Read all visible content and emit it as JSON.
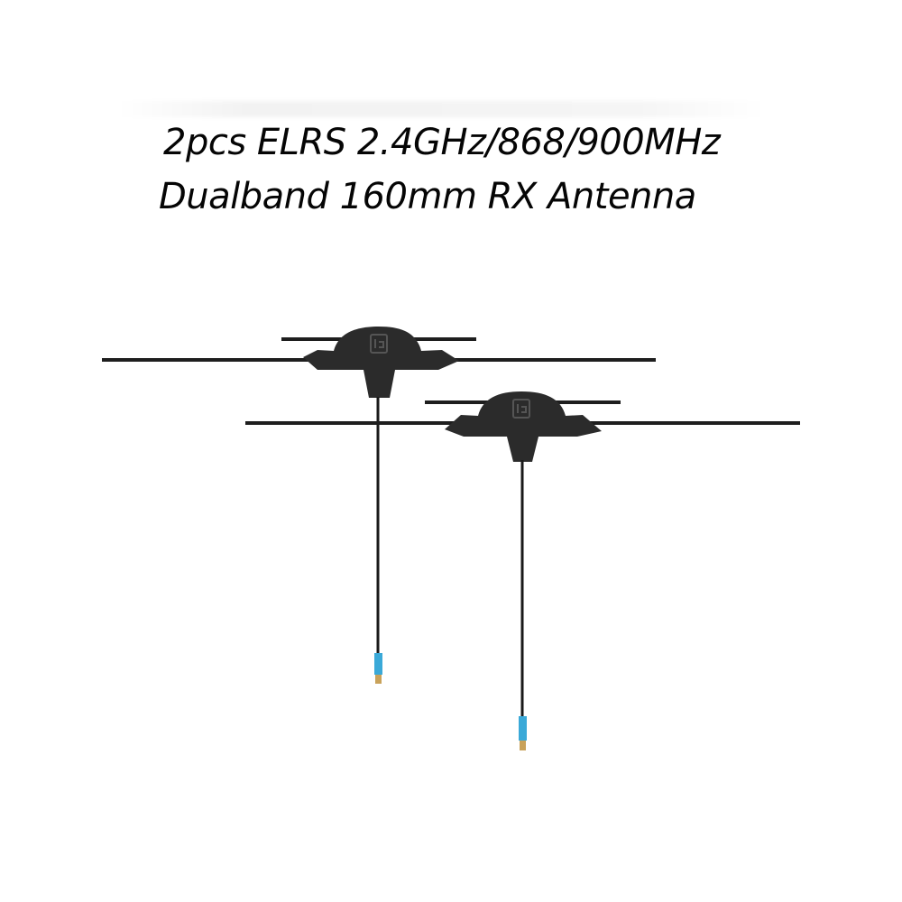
{
  "title": {
    "line1": "2pcs ELRS 2.4GHz/868/900MHz",
    "line2": "Dualband 160mm RX Antenna"
  },
  "product": {
    "antenna_count": 2,
    "colors": {
      "element": "#1e1e1e",
      "hub": "#2b2b2b",
      "cable": "#1a1a1a",
      "connector_sleeve": "#3aa9d8",
      "connector_tip": "#c9a25a"
    },
    "hub_icon": "logo-mark-icon"
  }
}
